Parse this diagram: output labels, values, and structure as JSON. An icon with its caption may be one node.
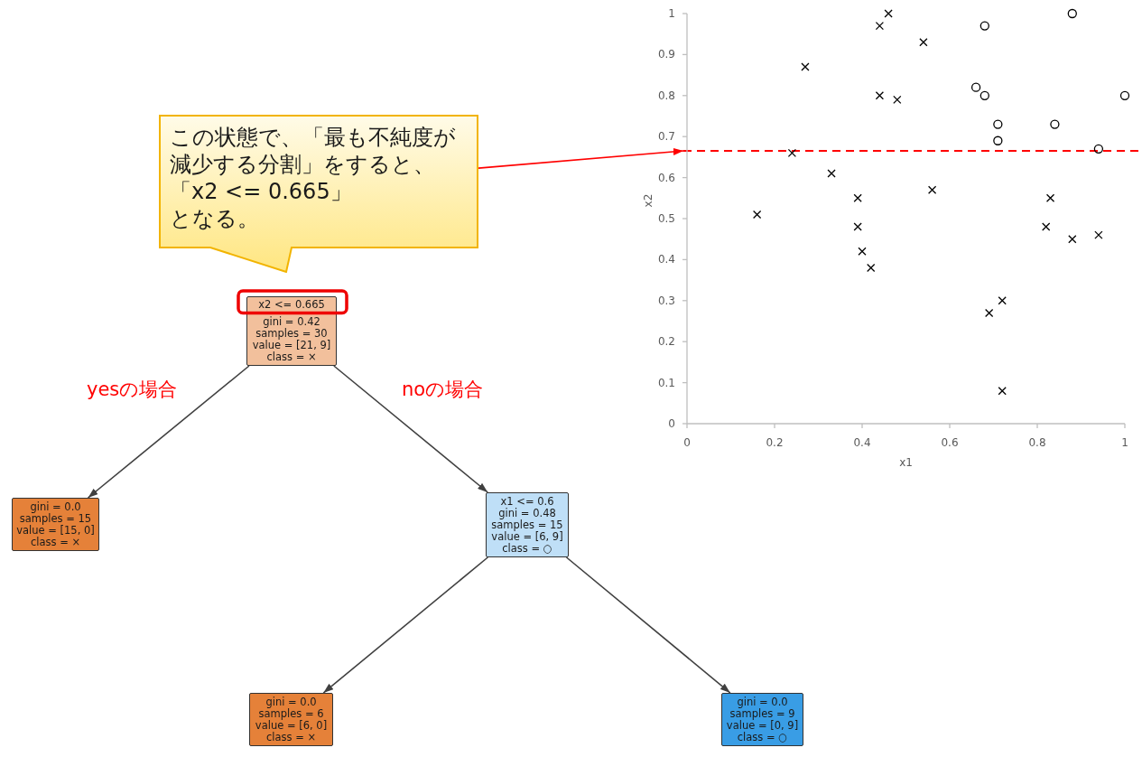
{
  "diagram": {
    "nodes": [
      {
        "text": [
          "この状態で、「最も不純度が減少する分割」をすると、",
          "「x2 <= 0.665」",
          "となる。"
        ]
      },
      {
        "text": [
          "x2 <= 0.665",
          "gini = 0.42",
          "samples = 30",
          "value = [21, 9]",
          "class = ×"
        ]
      },
      {
        "text": [
          "gini = 0.0",
          "samples = 15",
          "value = [15, 0]",
          "class = ×"
        ]
      },
      {
        "text": [
          "x1 <= 0.6",
          "gini = 0.48",
          "samples = 15",
          "value = [6, 9]",
          "class = ○"
        ]
      },
      {
        "text": [
          "gini = 0.0",
          "samples = 6",
          "value = [6, 0]",
          "class = ×"
        ]
      },
      {
        "text": [
          "gini = 0.0",
          "samples = 9",
          "value = [0, 9]",
          "class = ○"
        ]
      },
      {
        "text": [],
        "shape": "line"
      }
    ],
    "edges": [
      {
        "from": 1,
        "to": 2,
        "arrow": "to",
        "label": "yesの場合"
      },
      {
        "from": 1,
        "to": 3,
        "arrow": "to",
        "label": "noの場合"
      },
      {
        "from": 3,
        "to": 4,
        "arrow": "to"
      },
      {
        "from": 3,
        "to": 5,
        "arrow": "to"
      },
      {
        "from": 0,
        "to": 6,
        "arrow": "to",
        "color": "#ff0000"
      }
    ],
    "chart_data": {
      "type": "scatter",
      "xlabel": "x1",
      "ylabel": "x2",
      "xlim": [
        0,
        1
      ],
      "ylim": [
        0,
        1
      ],
      "xticks": [
        0,
        0.2,
        0.4,
        0.6,
        0.8,
        1
      ],
      "yticks": [
        0,
        0.1,
        0.2,
        0.3,
        0.4,
        0.5,
        0.6,
        0.7,
        0.8,
        0.9,
        1
      ],
      "series": [
        {
          "color": "#000000",
          "x": [
            0.16,
            0.24,
            0.27,
            0.33,
            0.39,
            0.39,
            0.4,
            0.42,
            0.44,
            0.44,
            0.46,
            0.48,
            0.54,
            0.56,
            0.69,
            0.72,
            0.72,
            0.82,
            0.83,
            0.88,
            0.94
          ],
          "values": [
            0.51,
            0.66,
            0.87,
            0.61,
            0.55,
            0.48,
            0.42,
            0.38,
            0.97,
            0.8,
            1,
            0.79,
            0.93,
            0.57,
            0.27,
            0.3,
            0.08,
            0.48,
            0.55,
            0.45,
            0.46
          ]
        },
        {
          "color": "#000000",
          "x": [
            0.66,
            0.68,
            0.68,
            0.71,
            0.71,
            0.84,
            0.88,
            0.94,
            1
          ],
          "values": [
            0.82,
            0.97,
            0.8,
            0.73,
            0.69,
            0.73,
            1,
            0.67,
            0.8
          ]
        }
      ]
    }
  }
}
